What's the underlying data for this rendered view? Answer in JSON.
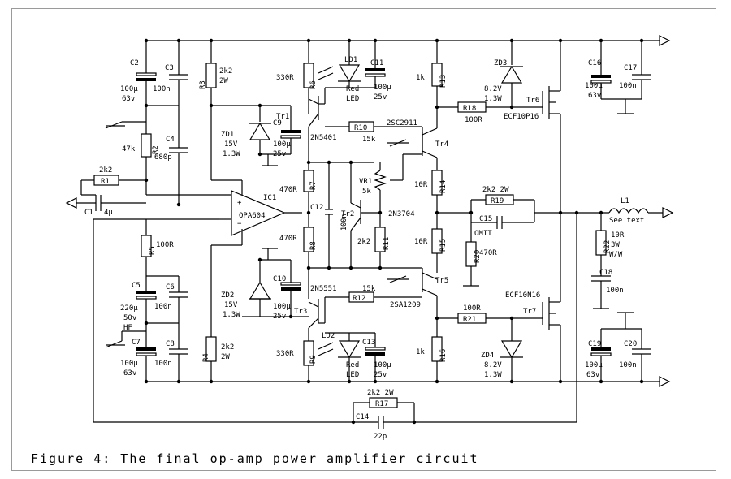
{
  "caption": "Figure 4:  The final op-amp power amplifier circuit",
  "labels": {
    "C2": "C2",
    "C2v": "100µ",
    "C2r": "63v",
    "C3": "C3",
    "C3v": "100n",
    "R3": "R3",
    "R3v": "2k2",
    "R3w": "2W",
    "R6": "R6",
    "R6v": "330R",
    "LD1": "LD1",
    "LD1a": "Red",
    "LD1b": "LED",
    "C11": "C11",
    "C11v": "100µ",
    "C11r": "25v",
    "R13": "R13",
    "R13v": "1k",
    "ZD3": "ZD3",
    "ZD3v": "8.2V",
    "ZD3w": "1.3W",
    "Tr6": "Tr6",
    "C16": "C16",
    "C16v": "100µ",
    "C16r": "63v",
    "C17": "C17",
    "C17v": "100n",
    "Tr1": "Tr1",
    "Tr1p": "2N5401",
    "R10": "R10",
    "R10v": "15k",
    "T2SC": "2SC2911",
    "R18": "R18",
    "R18v": "100R",
    "ECF1": "ECF10P16",
    "ZD1": "ZD1",
    "ZD1v": "15V",
    "ZD1w": "1.3W",
    "C9": "C9",
    "C9v": "100µ",
    "C9r": "25v",
    "R2": "R2",
    "R2v": "47k",
    "C4": "C4",
    "C4v": "680p",
    "Tr4": "Tr4",
    "R1": "R1",
    "R1v": "2k2",
    "R7": "R7",
    "R7v": "470R",
    "VR1": "VR1",
    "VR1v": "5k",
    "R14": "R14",
    "R14v": "10R",
    "IC1": "IC1",
    "IC1p": "OPA604",
    "C1": "C1",
    "C1v": "4µ",
    "C12": "C12",
    "C12v": "100n",
    "Tr2": "Tr2",
    "Tr2p": "2N3704",
    "R19": "R19",
    "R19v": "2k2 2W",
    "C15": "C15",
    "C15v": "OMIT",
    "L1": "L1",
    "L1v": "See text",
    "R5": "R5",
    "R5v": "100R",
    "R8": "R8",
    "R8v": "470R",
    "R11": "R11",
    "R11v": "2k2",
    "R15": "R15",
    "R15v": "10R",
    "R20": "R20",
    "R20v": "470R",
    "R22": "R22",
    "R22v": "10R",
    "R22w": "3W",
    "R22t": "W/W",
    "C5": "C5",
    "C5v": "220µ",
    "C5r": "50v",
    "C5t": "HF",
    "C6": "C6",
    "C6v": "100n",
    "ZD2": "ZD2",
    "ZD2v": "15V",
    "ZD2w": "1.3W",
    "C10": "C10",
    "C10v": "100µ",
    "C10r": "25v",
    "Tr3": "Tr3",
    "Tr3p": "2N5551",
    "R12": "R12",
    "R12v": "15k",
    "Tr5": "Tr5",
    "T2SA": "2SA1209",
    "C18": "C18",
    "C18v": "100n",
    "ECF2": "ECF10N16",
    "Tr7": "Tr7",
    "R21": "R21",
    "R21v": "100R",
    "C7": "C7",
    "C7v": "100µ",
    "C7r": "63v",
    "C8": "C8",
    "C8v": "100n",
    "R4": "R4",
    "R4v": "2k2",
    "R4w": "2W",
    "R9": "R9",
    "R9v": "330R",
    "LD2": "LD2",
    "LD2a": "Red",
    "LD2b": "LED",
    "C13": "C13",
    "C13v": "100µ",
    "C13r": "25v",
    "R16": "R16",
    "R16v": "1k",
    "ZD4": "ZD4",
    "ZD4v": "8.2V",
    "ZD4w": "1.3W",
    "C19": "C19",
    "C19v": "100µ",
    "C19r": "63v",
    "C20": "C20",
    "C20v": "100n",
    "R17": "R17",
    "R17v": "2k2 2W",
    "C14": "C14",
    "C14v": "22p"
  }
}
